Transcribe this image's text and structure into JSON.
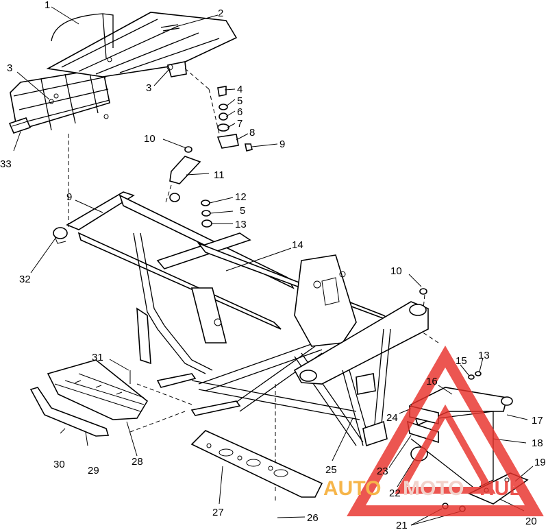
{
  "diagram": {
    "callouts": [
      {
        "id": "c1",
        "text": "1"
      },
      {
        "id": "c2",
        "text": "2"
      },
      {
        "id": "c3a",
        "text": "3"
      },
      {
        "id": "c3b",
        "text": "3"
      },
      {
        "id": "c4",
        "text": "4"
      },
      {
        "id": "c5a",
        "text": "5"
      },
      {
        "id": "c6",
        "text": "6"
      },
      {
        "id": "c7",
        "text": "7"
      },
      {
        "id": "c8",
        "text": "8"
      },
      {
        "id": "c9a",
        "text": "9"
      },
      {
        "id": "c10a",
        "text": "10"
      },
      {
        "id": "c11",
        "text": "11"
      },
      {
        "id": "c33",
        "text": "33"
      },
      {
        "id": "c9b",
        "text": "9"
      },
      {
        "id": "c12",
        "text": "12"
      },
      {
        "id": "c5b",
        "text": "5"
      },
      {
        "id": "c13a",
        "text": "13"
      },
      {
        "id": "c32",
        "text": "32"
      },
      {
        "id": "c14",
        "text": "14"
      },
      {
        "id": "c10b",
        "text": "10"
      },
      {
        "id": "c31",
        "text": "31"
      },
      {
        "id": "c15",
        "text": "15"
      },
      {
        "id": "c13b",
        "text": "13"
      },
      {
        "id": "c16",
        "text": "16"
      },
      {
        "id": "c17",
        "text": "17"
      },
      {
        "id": "c24",
        "text": "24"
      },
      {
        "id": "c18",
        "text": "18"
      },
      {
        "id": "c30",
        "text": "30"
      },
      {
        "id": "c29",
        "text": "29"
      },
      {
        "id": "c28",
        "text": "28"
      },
      {
        "id": "c25",
        "text": "25"
      },
      {
        "id": "c23",
        "text": "23"
      },
      {
        "id": "c19",
        "text": "19"
      },
      {
        "id": "c22",
        "text": "22"
      },
      {
        "id": "c27",
        "text": "27"
      },
      {
        "id": "c20",
        "text": "20"
      },
      {
        "id": "c26",
        "text": "26"
      },
      {
        "id": "c21",
        "text": "21"
      }
    ]
  },
  "watermark": {
    "text_left": "AUTO",
    "text_mid": "MOTO",
    "text_right": "HUB",
    "colors": {
      "triangle": "#e8322b",
      "text_orange": "#f5a623",
      "text_red": "#e8322b"
    }
  }
}
